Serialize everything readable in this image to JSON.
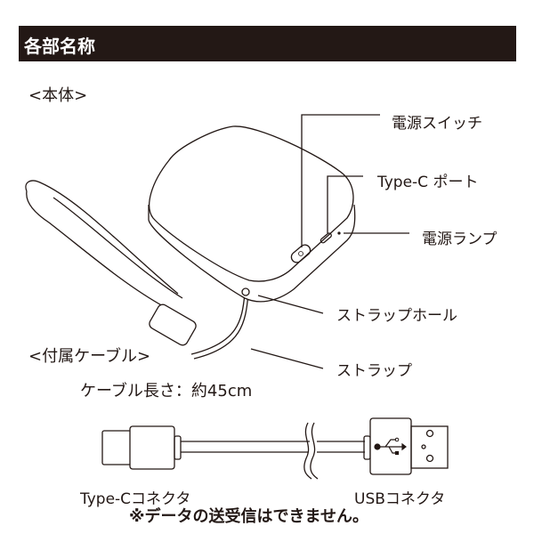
{
  "header": {
    "title": "各部名称"
  },
  "body_section": {
    "heading": "<本体>",
    "labels": {
      "power_switch": "電源スイッチ",
      "type_c_port": "Type-C ポート",
      "power_lamp": "電源ランプ",
      "strap_hole": "ストラップホール",
      "strap": "ストラップ"
    }
  },
  "cable_section": {
    "heading": "<付属ケーブル>",
    "length": "ケーブル長さ：約45cm",
    "type_c_label": "Type-Cコネクタ",
    "usb_label": "USBコネクタ",
    "note": "※データの送受信はできません。"
  },
  "colors": {
    "header_bg": "#231815",
    "line": "#231815"
  }
}
